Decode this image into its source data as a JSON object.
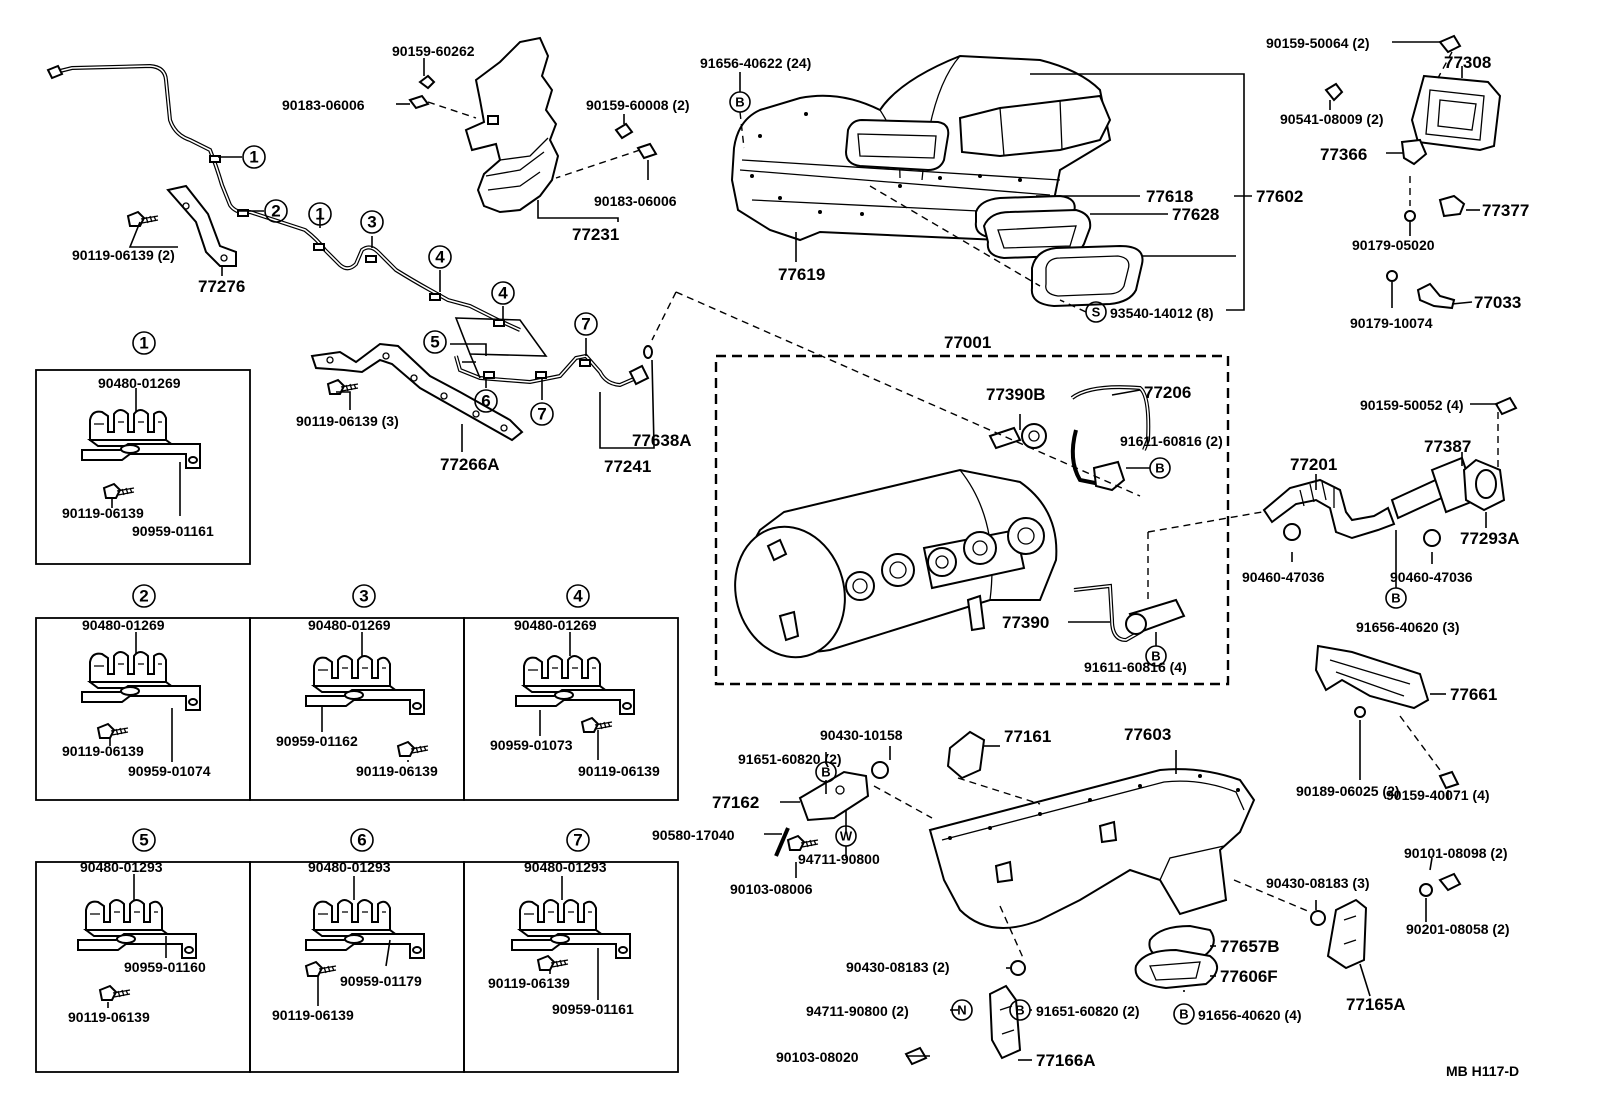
{
  "diagram_code": "MB  H117-D",
  "labels": {
    "p90159_60262": "90159-60262",
    "p90183_06006_a": "90183-06006",
    "p90159_60008": "90159-60008 (2)",
    "p90183_06006_b": "90183-06006",
    "p77231": "77231",
    "p90119_06139_2": "90119-06139 (2)",
    "p77276": "77276",
    "p90119_06139_3": "90119-06139 (3)",
    "p77266A": "77266A",
    "p77241": "77241",
    "p77638A": "77638A",
    "p91656_40622": "91656-40622 (24)",
    "p77618": "77618",
    "p77602": "77602",
    "p77628": "77628",
    "p77619": "77619",
    "p93540_14012": "93540-14012 (8)",
    "p90159_50064": "90159-50064 (2)",
    "p77308": "77308",
    "p90541_08009": "90541-08009 (2)",
    "p77366": "77366",
    "p77377": "77377",
    "p90179_05020": "90179-05020",
    "p77033": "77033",
    "p90179_10074": "90179-10074",
    "p77001": "77001",
    "p77390B": "77390B",
    "p77206": "77206",
    "p91611_60816_2": "91611-60816 (2)",
    "p77390": "77390",
    "p91611_60816_4": "91611-60816 (4)",
    "p90159_50052": "90159-50052 (4)",
    "p77387": "77387",
    "p77201": "77201",
    "p77293A": "77293A",
    "p90460_47036_a": "90460-47036",
    "p90460_47036_b": "90460-47036",
    "p91656_40620_3": "91656-40620 (3)",
    "p77661": "77661",
    "p90189_06025": "90189-06025 (2)",
    "p90159_40071": "90159-40071 (4)",
    "p90430_10158": "90430-10158",
    "p91651_60820_a": "91651-60820 (2)",
    "p77161": "77161",
    "p77603": "77603",
    "p77162": "77162",
    "p90580_17040": "90580-17040",
    "p94711_90800_a": "94711-90800",
    "p90103_08006": "90103-08006",
    "p90430_08183_3": "90430-08183 (3)",
    "p90101_08098": "90101-08098 (2)",
    "p90201_08058": "90201-08058 (2)",
    "p77657B": "77657B",
    "p77606F": "77606F",
    "p77165A": "77165A",
    "p90430_08183_2": "90430-08183 (2)",
    "p94711_90800_b": "94711-90800 (2)",
    "p91651_60820_b": "91651-60820 (2)",
    "p91656_40620_4": "91656-40620 (4)",
    "p90103_08020": "90103-08020",
    "p77166A": "77166A"
  },
  "markers": {
    "c1": "1",
    "c2": "2",
    "c3": "3",
    "c4": "4",
    "c5": "5",
    "c6": "6",
    "c7": "7",
    "B": "B",
    "S": "S",
    "W": "W",
    "N": "N"
  },
  "insets": [
    {
      "id": "1",
      "clamp": "90480-01269",
      "bolt": "90119-06139",
      "bracket": "90959-01161"
    },
    {
      "id": "2",
      "clamp": "90480-01269",
      "bolt": "90119-06139",
      "bracket": "90959-01074"
    },
    {
      "id": "3",
      "clamp": "90480-01269",
      "bolt": "90119-06139",
      "bracket": "90959-01162"
    },
    {
      "id": "4",
      "clamp": "90480-01269",
      "bolt": "90119-06139",
      "bracket": "90959-01073"
    },
    {
      "id": "5",
      "clamp": "90480-01293",
      "bolt": "90119-06139",
      "bracket": "90959-01160"
    },
    {
      "id": "6",
      "clamp": "90480-01293",
      "bolt": "90119-06139",
      "bracket": "90959-01179"
    },
    {
      "id": "7",
      "clamp": "90480-01293",
      "bolt": "90119-06139",
      "bracket": "90959-01161"
    }
  ]
}
